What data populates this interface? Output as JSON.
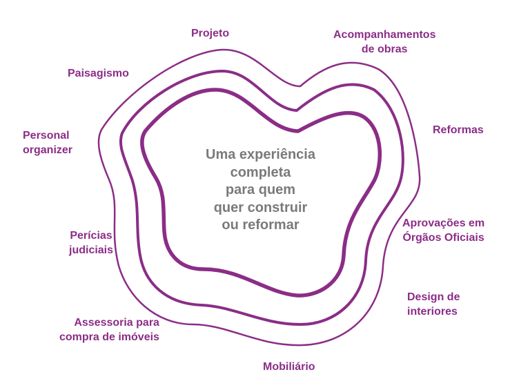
{
  "colors": {
    "accent": "#8b2d87",
    "center_text": "#7a7a7a",
    "background": "#ffffff"
  },
  "center_text": "Uma experiência\ncompleta\npara quem\nquer construir\nou reformar",
  "services": {
    "projeto": "Projeto",
    "acompanhamentos": "Acompanhamentos\nde obras",
    "paisagismo": "Paisagismo",
    "reformas": "Reformas",
    "personal_organizer": "Personal\norganizer",
    "aprovacoes": "Aprovações em\nÓrgãos Oficiais",
    "pericias": "Perícias\njudiciais",
    "design": "Design de\ninteriores",
    "assessoria": "Assessoria para\ncompra de imóveis",
    "mobiliario": "Mobiliário"
  }
}
